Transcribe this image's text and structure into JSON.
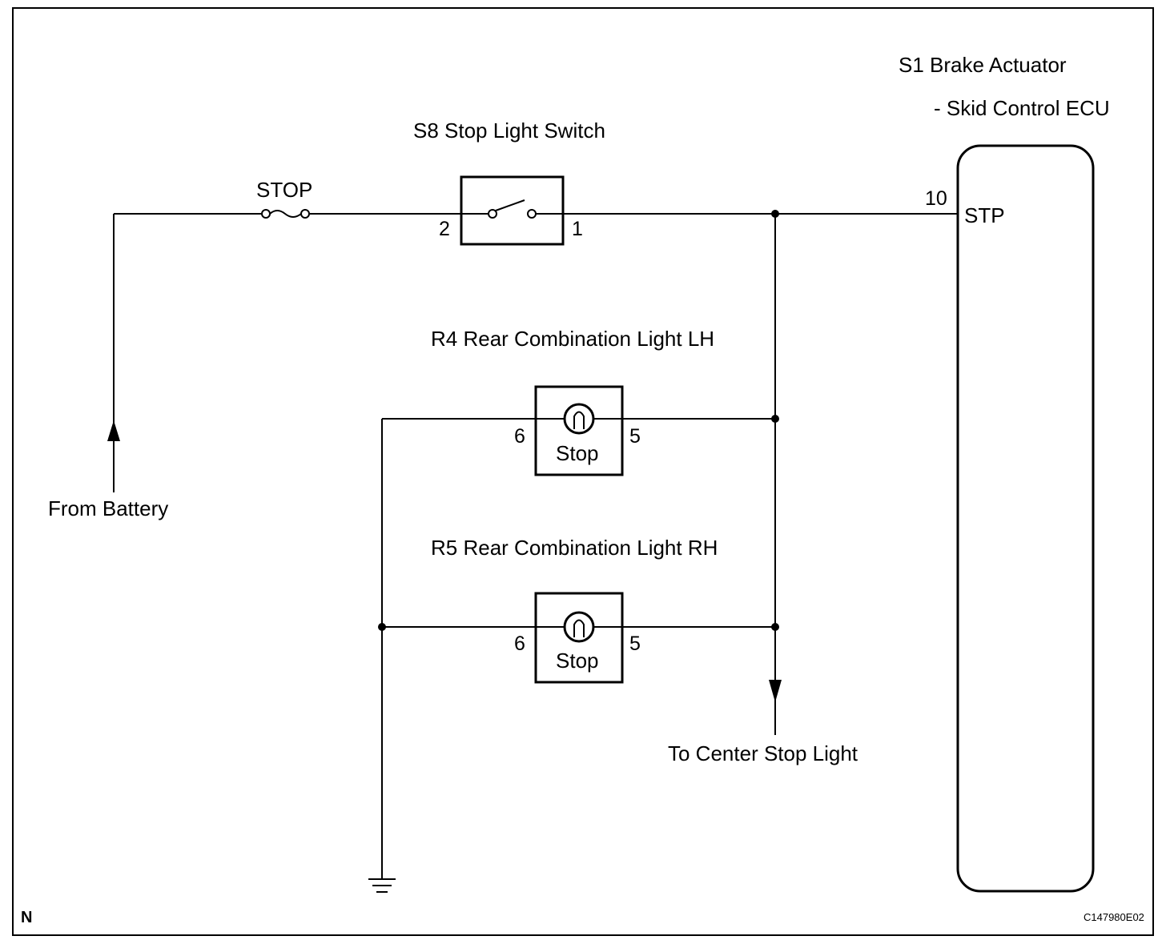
{
  "ecu": {
    "name_line1": "S1  Brake Actuator",
    "name_line2": "- Skid Control ECU",
    "pin_number": "10",
    "pin_name": "STP"
  },
  "stop_switch": {
    "name": "S8 Stop Light Switch",
    "pin_left": "2",
    "pin_right": "1"
  },
  "fuse": {
    "name": "STOP"
  },
  "lamp_lh": {
    "name": "R4 Rear Combination Light LH",
    "pin_left": "6",
    "pin_right": "5",
    "label": "Stop"
  },
  "lamp_rh": {
    "name": "R5 Rear Combination Light RH",
    "pin_left": "6",
    "pin_right": "5",
    "label": "Stop"
  },
  "labels": {
    "from_battery": "From Battery",
    "to_center": "To Center Stop Light",
    "corner_n": "N",
    "figure_code": "C147980E02"
  }
}
